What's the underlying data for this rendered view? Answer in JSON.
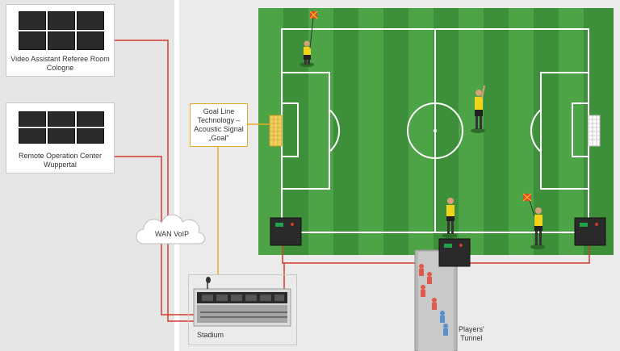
{
  "boxes": {
    "var_room": "Video Assistant Referee Room\nCologne",
    "remote_center": "Remote Operation Center\nWuppertal",
    "glt": "Goal Line\nTechnology –\nAcoustic Signal\n„Goal\"",
    "wan": "WAN VoIP",
    "stadium": "Stadium",
    "tunnel": "Players'\nTunnel"
  },
  "colors": {
    "cable": "#d23a2a",
    "glt_line": "#e8a92a",
    "pitch_dark": "#3e8f3a",
    "pitch_light": "#4da446",
    "referee_shirt": "#f2d31c"
  },
  "icons": [
    "microphone-icon",
    "flag-icon",
    "monitor-icon",
    "goal-net-icon"
  ]
}
